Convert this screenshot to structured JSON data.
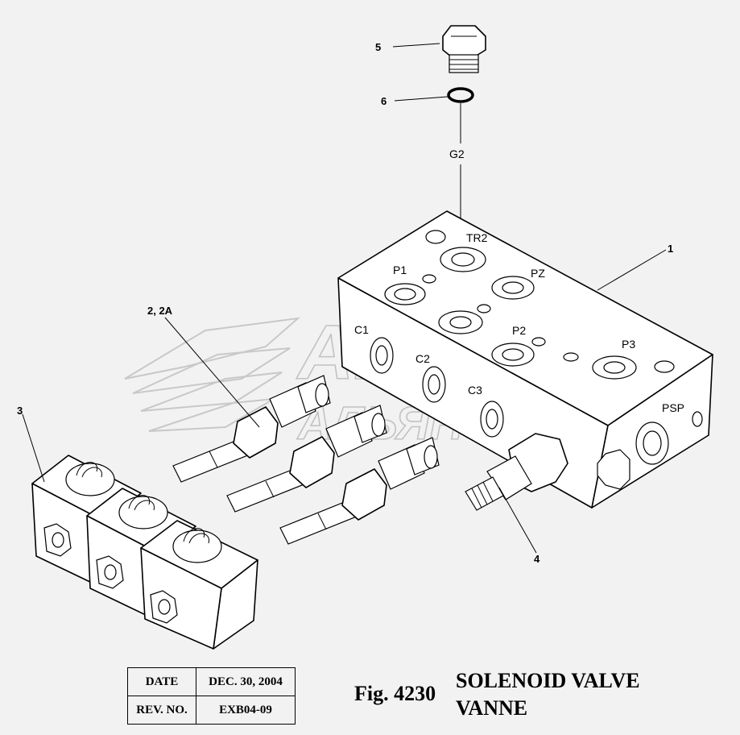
{
  "figure": {
    "number": "Fig. 4230",
    "title_line1": "SOLENOID VALVE",
    "title_line2": "VANNE"
  },
  "title_block": {
    "date_label": "DATE",
    "date_value": "DEC. 30, 2004",
    "rev_label": "REV. NO.",
    "rev_value": "EXB04-09"
  },
  "callouts": {
    "part_1": "1",
    "part_2": "2, 2A",
    "part_3": "3",
    "part_4": "4",
    "part_5": "5",
    "part_6": "6"
  },
  "ports": {
    "g2": "G2",
    "tr2": "TR2",
    "p1": "P1",
    "pz": "PZ",
    "c1": "C1",
    "p2": "P2",
    "p3": "P3",
    "c2": "C2",
    "c3": "C3",
    "psp": "PSP"
  },
  "watermark": {
    "line1": "АВТО",
    "line2": "АЛЬЯНС"
  }
}
